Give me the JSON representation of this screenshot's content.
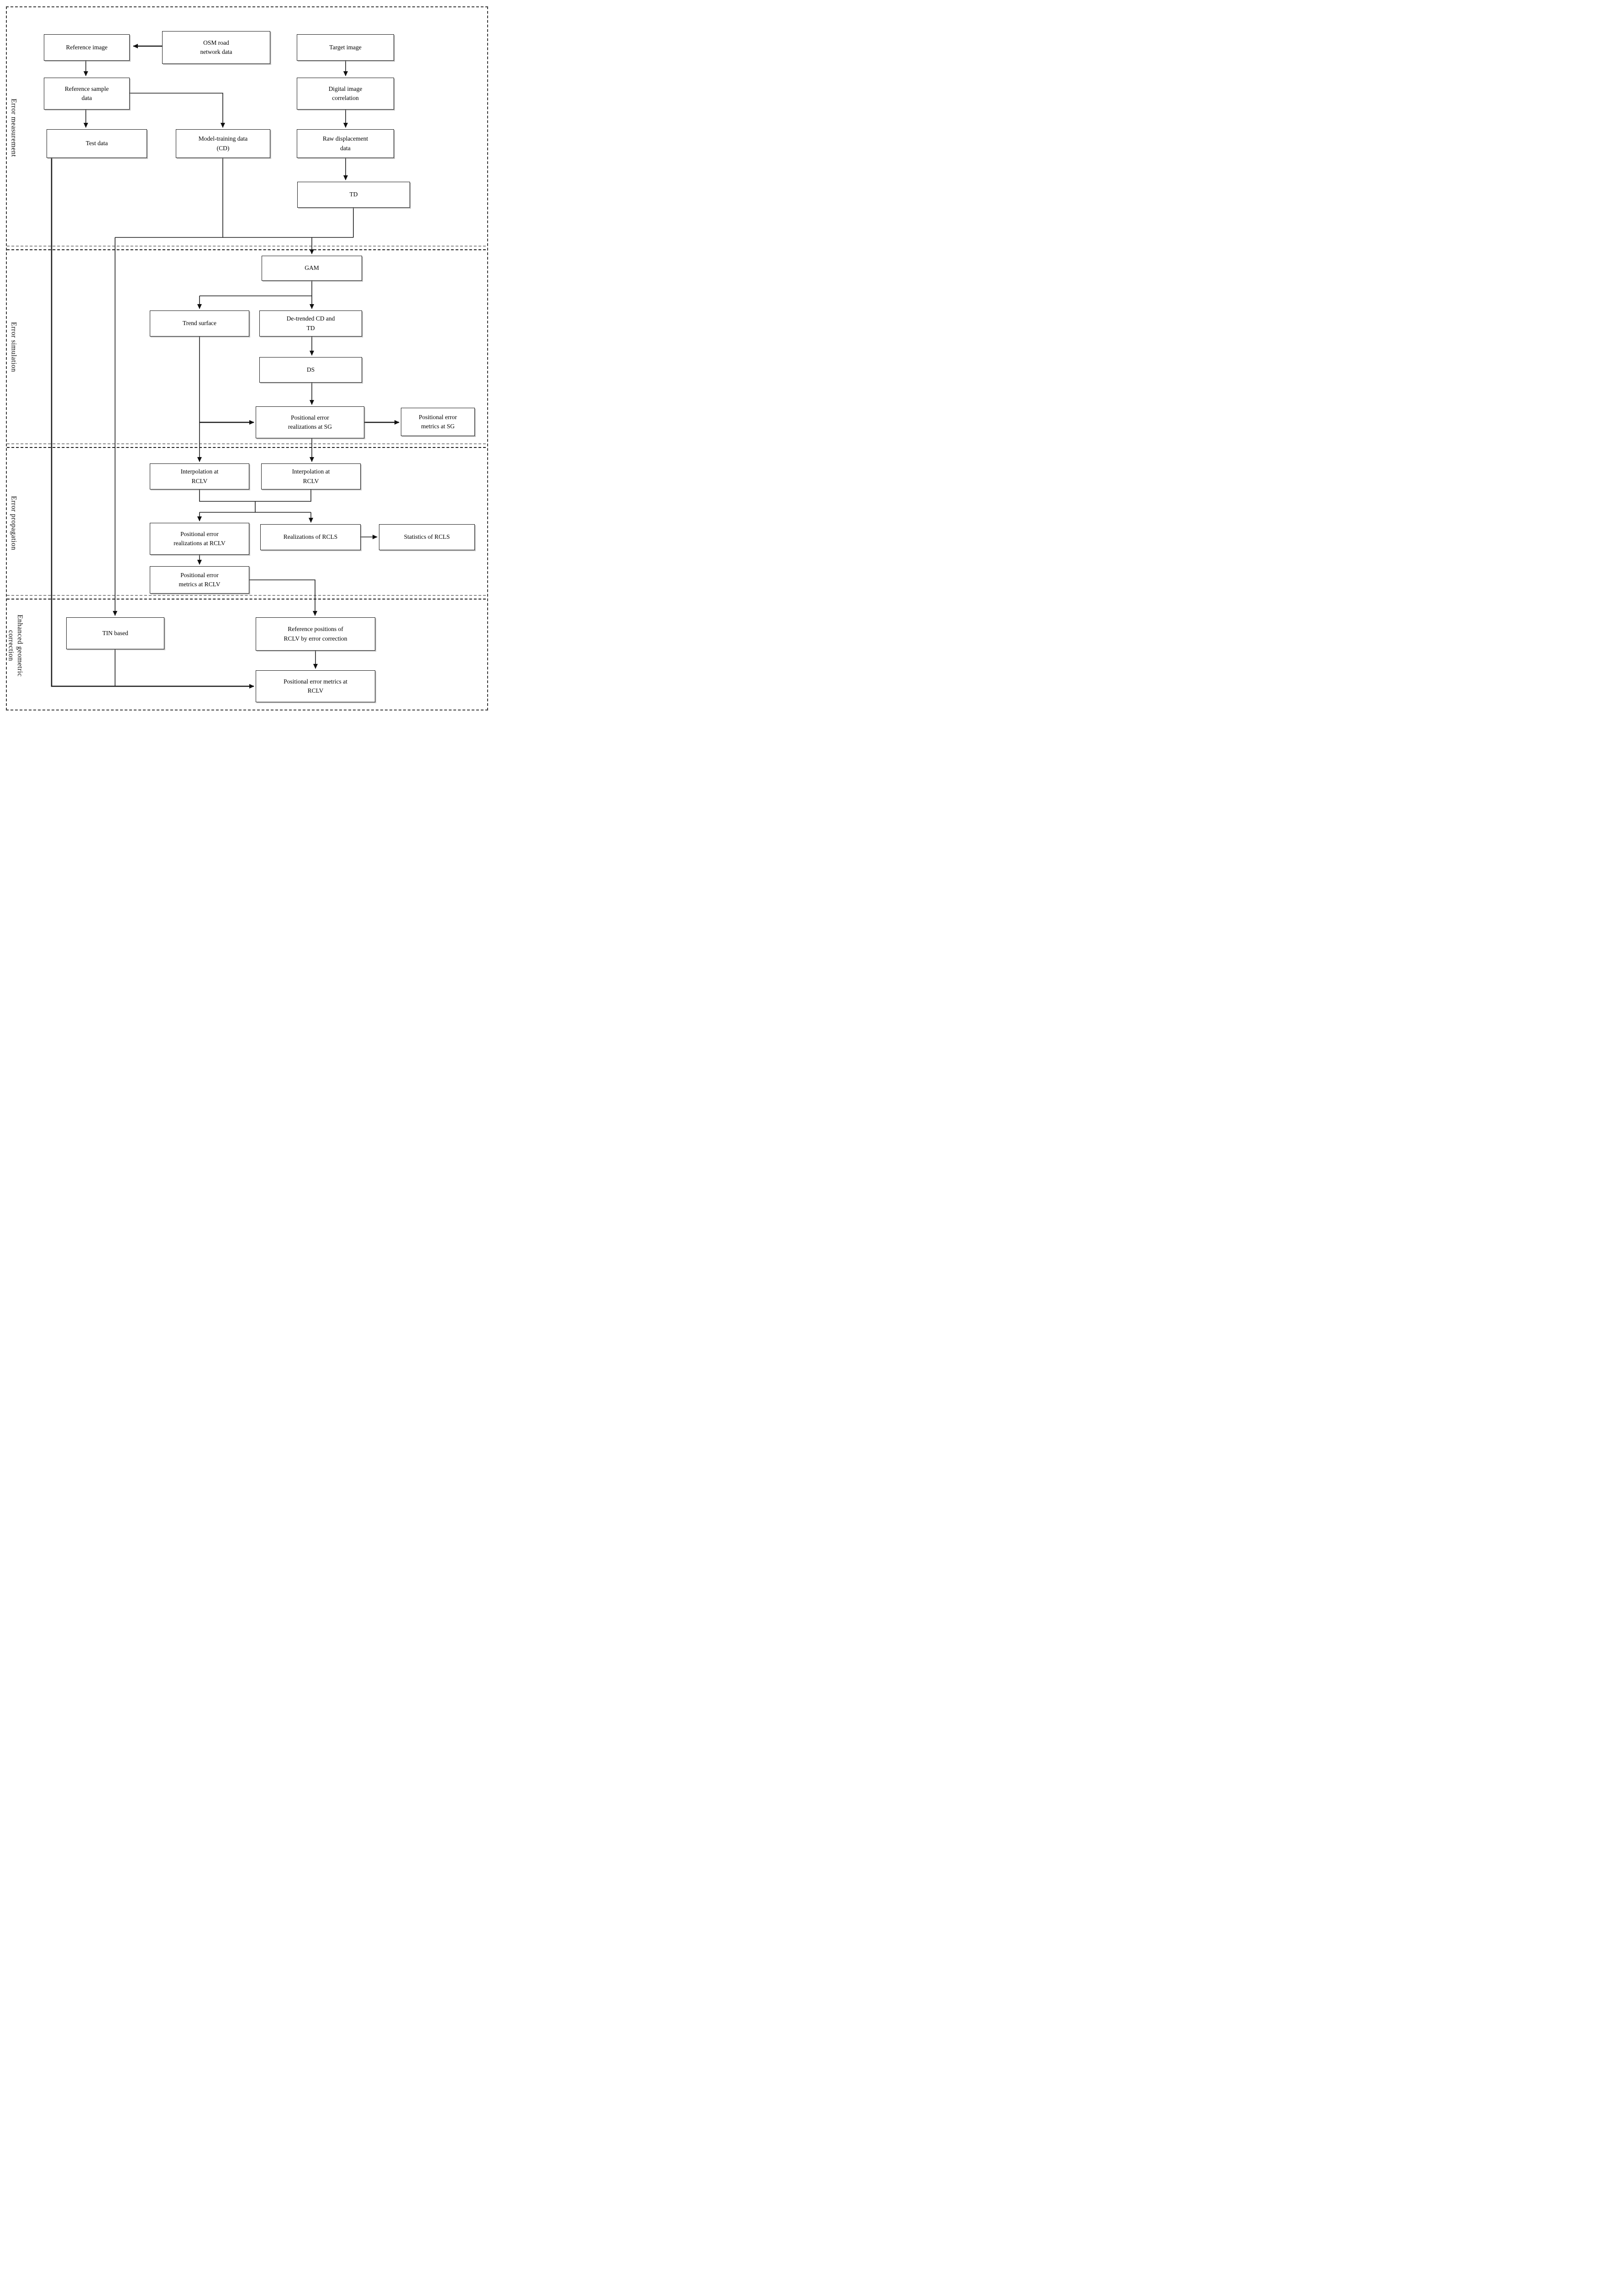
{
  "diagram": {
    "type": "flowchart",
    "colors": {
      "ink": "#1c1c1c",
      "background": "#ffffff",
      "separator_gray": "#8a8a8a"
    },
    "sections": [
      {
        "id": "error-measurement",
        "label": "Error measurement"
      },
      {
        "id": "error-simulation",
        "label": "Error simulation"
      },
      {
        "id": "error-propagation",
        "label": "Error propagation"
      },
      {
        "id": "enhanced-geometric-correction",
        "label": "Enhanced geometric correction"
      }
    ],
    "nodes": [
      {
        "id": "reference-image",
        "label": "Reference image"
      },
      {
        "id": "osm-road-network-data",
        "label": "OSM road\nnetwork data"
      },
      {
        "id": "target-image",
        "label": "Target image"
      },
      {
        "id": "reference-sample-data",
        "label": "Reference sample\ndata"
      },
      {
        "id": "digital-image-correlation",
        "label": "Digital image\ncorrelation"
      },
      {
        "id": "test-data",
        "label": "Test data"
      },
      {
        "id": "model-training-data-cd",
        "label": "Model-training data\n(CD)"
      },
      {
        "id": "raw-displacement-data",
        "label": "Raw displacement\ndata"
      },
      {
        "id": "td",
        "label": "TD"
      },
      {
        "id": "gam",
        "label": "GAM"
      },
      {
        "id": "trend-surface",
        "label": "Trend surface"
      },
      {
        "id": "de-trended-cd-and-td",
        "label": "De-trended CD and\nTD"
      },
      {
        "id": "ds",
        "label": "DS"
      },
      {
        "id": "positional-error-realizations-at-sg",
        "label": "Positional error\nrealizations at SG"
      },
      {
        "id": "positional-error-metrics-at-sg",
        "label": "Positional error\nmetrics at SG"
      },
      {
        "id": "interpolation-at-rclv-left",
        "label": "Interpolation at\nRCLV"
      },
      {
        "id": "interpolation-at-rclv-right",
        "label": "Interpolation at\nRCLV"
      },
      {
        "id": "positional-error-realizations-at-rclv",
        "label": "Positional error\nrealizations at RCLV"
      },
      {
        "id": "realizations-of-rcls",
        "label": "Realizations of RCLS"
      },
      {
        "id": "statistics-of-rcls",
        "label": "Statistics of RCLS"
      },
      {
        "id": "positional-error-metrics-at-rclv",
        "label": "Positional error\nmetrics at RCLV"
      },
      {
        "id": "tin-based",
        "label": "TIN based"
      },
      {
        "id": "reference-positions-of-rclv",
        "label": "Reference positions of\nRCLV by error correction"
      },
      {
        "id": "positional-error-metrics-at-rclv-final",
        "label": "Positional error metrics at\nRCLV"
      }
    ],
    "edges": [
      {
        "from": "osm-road-network-data",
        "to": "reference-image"
      },
      {
        "from": "reference-image",
        "to": "reference-sample-data"
      },
      {
        "from": "reference-sample-data",
        "to": "test-data"
      },
      {
        "from": "reference-sample-data",
        "to": "model-training-data-cd"
      },
      {
        "from": "target-image",
        "to": "digital-image-correlation"
      },
      {
        "from": "digital-image-correlation",
        "to": "raw-displacement-data"
      },
      {
        "from": "raw-displacement-data",
        "to": "td"
      },
      {
        "from": "model-training-data-cd",
        "to": "gam"
      },
      {
        "from": "td",
        "to": "gam"
      },
      {
        "from": "model-training-data-cd",
        "to": "tin-based"
      },
      {
        "from": "test-data",
        "to": "positional-error-metrics-at-rclv-final"
      },
      {
        "from": "gam",
        "to": "trend-surface"
      },
      {
        "from": "gam",
        "to": "de-trended-cd-and-td"
      },
      {
        "from": "de-trended-cd-and-td",
        "to": "ds"
      },
      {
        "from": "ds",
        "to": "positional-error-realizations-at-sg"
      },
      {
        "from": "trend-surface",
        "to": "positional-error-realizations-at-sg"
      },
      {
        "from": "positional-error-realizations-at-sg",
        "to": "positional-error-metrics-at-sg"
      },
      {
        "from": "trend-surface",
        "to": "interpolation-at-rclv-left"
      },
      {
        "from": "positional-error-realizations-at-sg",
        "to": "interpolation-at-rclv-right"
      },
      {
        "from": "interpolation-at-rclv-left",
        "to": "positional-error-realizations-at-rclv"
      },
      {
        "from": "interpolation-at-rclv-left",
        "to": "realizations-of-rcls"
      },
      {
        "from": "interpolation-at-rclv-right",
        "to": "positional-error-realizations-at-rclv"
      },
      {
        "from": "interpolation-at-rclv-right",
        "to": "realizations-of-rcls"
      },
      {
        "from": "realizations-of-rcls",
        "to": "statistics-of-rcls"
      },
      {
        "from": "positional-error-realizations-at-rclv",
        "to": "positional-error-metrics-at-rclv"
      },
      {
        "from": "positional-error-metrics-at-rclv",
        "to": "reference-positions-of-rclv"
      },
      {
        "from": "tin-based",
        "to": "positional-error-metrics-at-rclv-final"
      },
      {
        "from": "reference-positions-of-rclv",
        "to": "positional-error-metrics-at-rclv-final"
      }
    ]
  }
}
